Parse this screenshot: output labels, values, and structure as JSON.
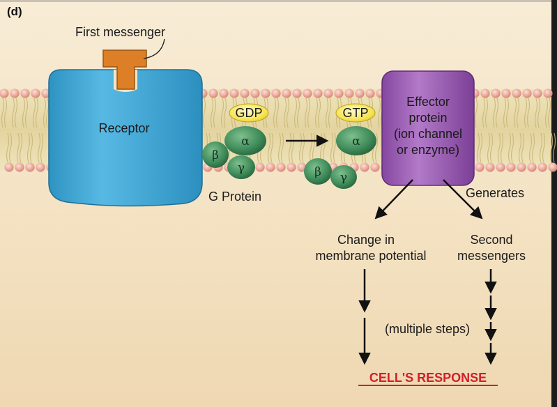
{
  "panel_letter": "(d)",
  "labels": {
    "first_messenger": "First messenger",
    "receptor": "Receptor",
    "gdp": "GDP",
    "gtp": "GTP",
    "alpha": "α",
    "beta": "β",
    "gamma": "γ",
    "g_protein": "G Protein",
    "effector": [
      "Effector",
      "protein",
      "(ion channel",
      "or enzyme)"
    ],
    "generates": "Generates",
    "change_in_potential": [
      "Change in",
      "membrane potential"
    ],
    "second_messengers": [
      "Second",
      "messengers"
    ],
    "multiple_steps": "(multiple steps)",
    "cells_response": "CELL'S RESPONSE"
  },
  "colors": {
    "background_top": "#f7ead3",
    "background_bottom": "#f1dcb9",
    "membrane_tails": "#e5d7a6",
    "phospholipid_head": "#ecab9d",
    "receptor": "#3ea6d4",
    "first_messenger": "#dc7f26",
    "g_protein": "#3f8c5a",
    "gdp_gtp": "#f5e04a",
    "effector": "#9a59b1",
    "response": "#d11f2a"
  }
}
